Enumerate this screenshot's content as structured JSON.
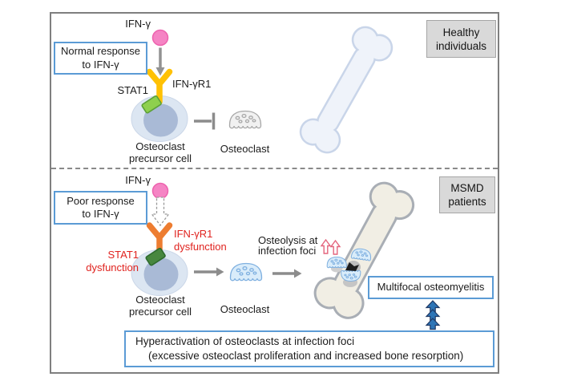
{
  "colors": {
    "frame_border": "#7f7f7f",
    "accent_blue": "#5b9bd5",
    "gray_badge_bg": "#d9d9d9",
    "receptor_normal_yellow": "#ffc104",
    "receptor_dysfunction_orange": "#ed7d31",
    "stat1_normal_green": "#8ed04e",
    "stat1_dysfunction_green": "#47873f",
    "ifn_gamma_pink": "#f584c4",
    "cell_body_blue": "#dce6f2",
    "cell_nucleus_blue": "#a9bad6",
    "osteoclast_gray": "#f1f1f1",
    "osteoclast_blue": "#d9ecfa",
    "bone_healthy_fill": "#eff3fa",
    "bone_healthy_stroke": "#c9d5e9",
    "bone_msmd_fill": "#f1eee4",
    "bone_msmd_stroke": "#a9aeb5",
    "dysfunction_red_text": "#e0231f",
    "arrow_gray": "#8c8c8c",
    "osteolysis_arrow_red": "#e4647d",
    "increase_arrow_blue": "#2e75b6"
  },
  "top": {
    "section_badge": {
      "line1": "Healthy",
      "line2": "individuals"
    },
    "ligand_label": "IFN-γ",
    "response_box": {
      "line1": "Normal response",
      "line2": "to IFN-γ"
    },
    "stat1_label": "STAT1",
    "receptor_label": "IFN-γR1",
    "precursor_label": {
      "line1": "Osteoclast",
      "line2": "precursor cell"
    },
    "osteoclast_label": "Osteoclast"
  },
  "bottom": {
    "section_badge": {
      "line1": "MSMD",
      "line2": "patients"
    },
    "ligand_label": "IFN-γ",
    "response_box": {
      "line1": "Poor response",
      "line2": "to IFN-γ"
    },
    "receptor_label": {
      "line1": "IFN-γR1",
      "line2": "dysfunction"
    },
    "stat1_label": {
      "line1": "STAT1",
      "line2": "dysfunction"
    },
    "precursor_label": {
      "line1": "Osteoclast",
      "line2": "precursor cell"
    },
    "osteoclast_label": "Osteoclast",
    "osteolysis_label": {
      "line1": "Osteolysis at",
      "line2": "infection foci"
    },
    "multifocal_box": "Multifocal osteomyelitis",
    "conclusion_box": {
      "line1": "Hyperactivation of osteoclasts at infection foci",
      "line2": "(excessive osteoclast proliferation and increased bone resorption)"
    }
  }
}
